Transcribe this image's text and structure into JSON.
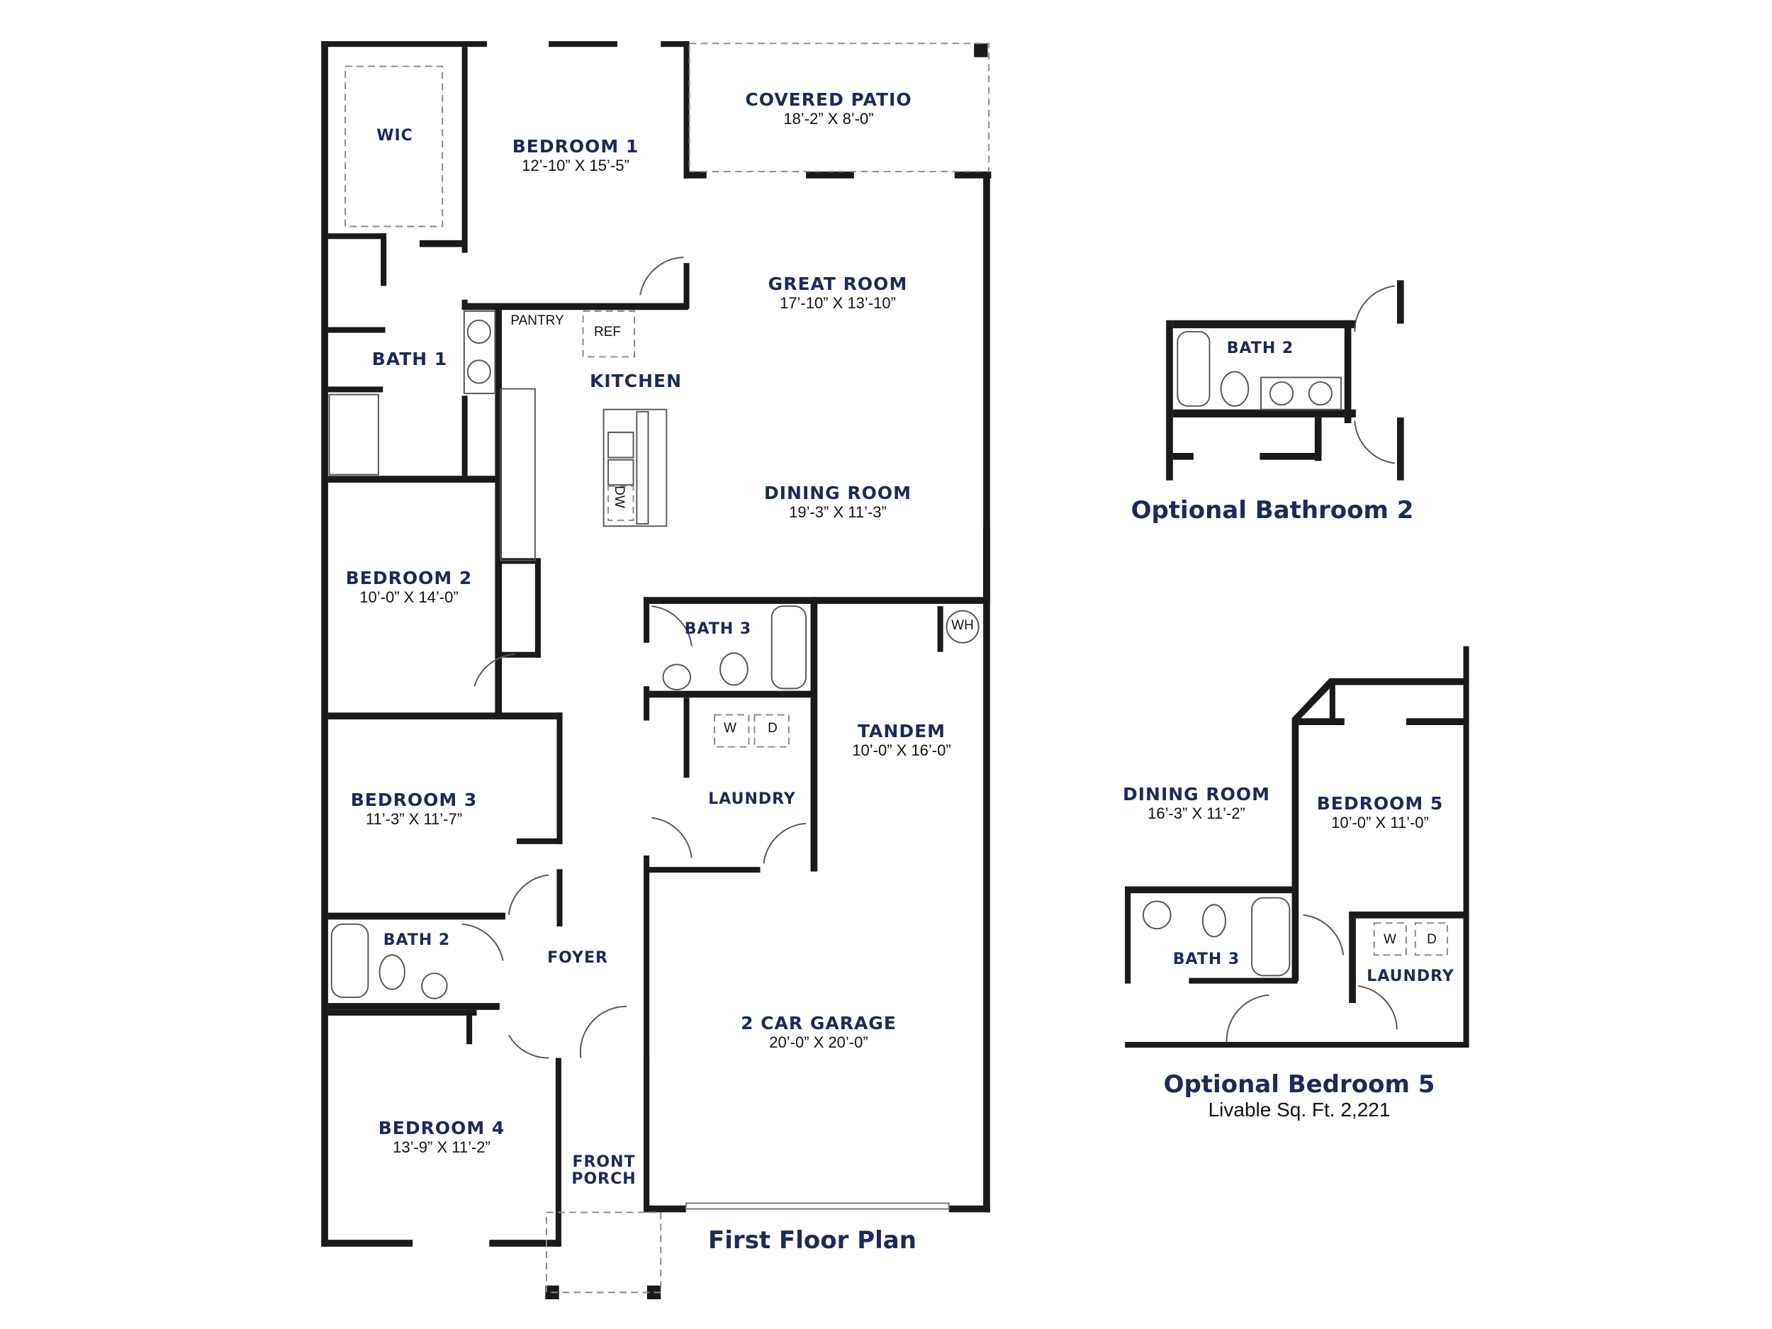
{
  "colors": {
    "label": "#1c2a5a",
    "wall": "#1a1a1a"
  },
  "first_floor": {
    "title": "First Floor Plan",
    "rooms": {
      "covered_patio": {
        "name": "COVERED PATIO",
        "dims": "18’-2” X 8’-0”"
      },
      "wic": {
        "name": "WIC"
      },
      "bedroom1": {
        "name": "BEDROOM 1",
        "dims": "12’-10” X 15’-5”"
      },
      "great_room": {
        "name": "GREAT ROOM",
        "dims": "17’-10” X 13’-10”"
      },
      "bath1": {
        "name": "BATH 1"
      },
      "pantry": {
        "name": "PANTRY"
      },
      "ref": {
        "name": "REF"
      },
      "kitchen": {
        "name": "KITCHEN"
      },
      "dw": {
        "name": "DW"
      },
      "dining_room": {
        "name": "DINING ROOM",
        "dims": "19’-3” X 11’-3”"
      },
      "bedroom2": {
        "name": "BEDROOM 2",
        "dims": "10’-0” X 14’-0”"
      },
      "bath3": {
        "name": "BATH 3"
      },
      "wh": {
        "name": "WH"
      },
      "tandem": {
        "name": "TANDEM",
        "dims": "10’-0” X 16’-0”"
      },
      "washer": {
        "name": "W"
      },
      "dryer": {
        "name": "D"
      },
      "laundry": {
        "name": "LAUNDRY"
      },
      "bedroom3": {
        "name": "BEDROOM 3",
        "dims": "11’-3” X 11’-7”"
      },
      "bath2": {
        "name": "BATH 2"
      },
      "foyer": {
        "name": "FOYER"
      },
      "garage": {
        "name": "2 CAR GARAGE",
        "dims": "20’-0” X 20’-0”"
      },
      "bedroom4": {
        "name": "BEDROOM 4",
        "dims": "13’-9” X 11’-2”"
      },
      "front_porch": {
        "name": "FRONT PORCH",
        "line1": "FRONT",
        "line2": "PORCH"
      }
    }
  },
  "optional_bath2": {
    "title": "Optional Bathroom 2",
    "rooms": {
      "bath2": {
        "name": "BATH 2"
      }
    }
  },
  "optional_bedroom5": {
    "title": "Optional Bedroom 5",
    "subtitle": "Livable Sq. Ft. 2,221",
    "rooms": {
      "dining_room": {
        "name": "DINING ROOM",
        "dims": "16’-3” X 11’-2”"
      },
      "bedroom5": {
        "name": "BEDROOM 5",
        "dims": "10’-0” X 11’-0”"
      },
      "bath3": {
        "name": "BATH 3"
      },
      "washer": {
        "name": "W"
      },
      "dryer": {
        "name": "D"
      },
      "laundry": {
        "name": "LAUNDRY"
      }
    }
  }
}
